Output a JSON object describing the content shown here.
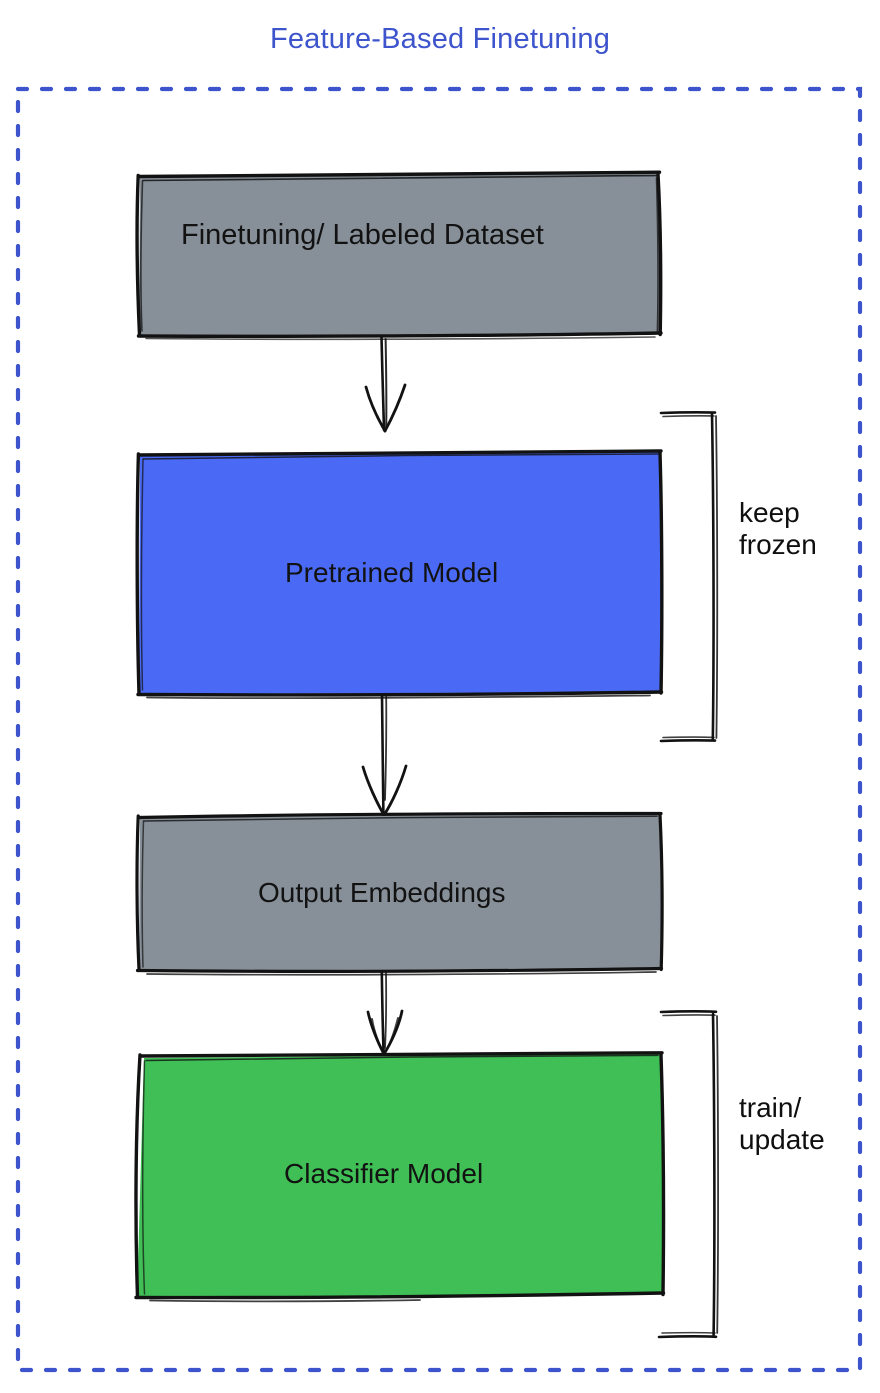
{
  "title": "Feature-Based Finetuning",
  "colors": {
    "title": "#3d54cd",
    "frame_dash": "#3d54cd",
    "stroke": "#121212",
    "gray_fill": "#879099",
    "blue_fill": "#4a6af5",
    "green_fill": "#3fbf55",
    "background": "#ffffff"
  },
  "frame": {
    "style": "dashed",
    "name": "diagram-frame"
  },
  "nodes": [
    {
      "id": "dataset",
      "label": "Finetuning/ Labeled Dataset",
      "fill": "#879099",
      "shape": "rectangle"
    },
    {
      "id": "pretrained",
      "label": "Pretrained Model",
      "fill": "#4a6af5",
      "shape": "rectangle"
    },
    {
      "id": "embeddings",
      "label": "Output Embeddings",
      "fill": "#879099",
      "shape": "rectangle"
    },
    {
      "id": "classifier",
      "label": "Classifier Model",
      "fill": "#3fbf55",
      "shape": "rectangle"
    }
  ],
  "edges": [
    {
      "id": "edge-dataset-pretrained",
      "from": "dataset",
      "to": "pretrained",
      "label": ""
    },
    {
      "id": "edge-pretrained-embeddings",
      "from": "pretrained",
      "to": "embeddings",
      "label": ""
    },
    {
      "id": "edge-embeddings-classifier",
      "from": "embeddings",
      "to": "classifier",
      "label": ""
    }
  ],
  "annotations": [
    {
      "id": "keep-frozen",
      "text": "keep\nfrozen",
      "targets": [
        "pretrained"
      ],
      "bracket": "right"
    },
    {
      "id": "train-update",
      "text": "train/\nupdate",
      "targets": [
        "classifier"
      ],
      "bracket": "right"
    }
  ]
}
